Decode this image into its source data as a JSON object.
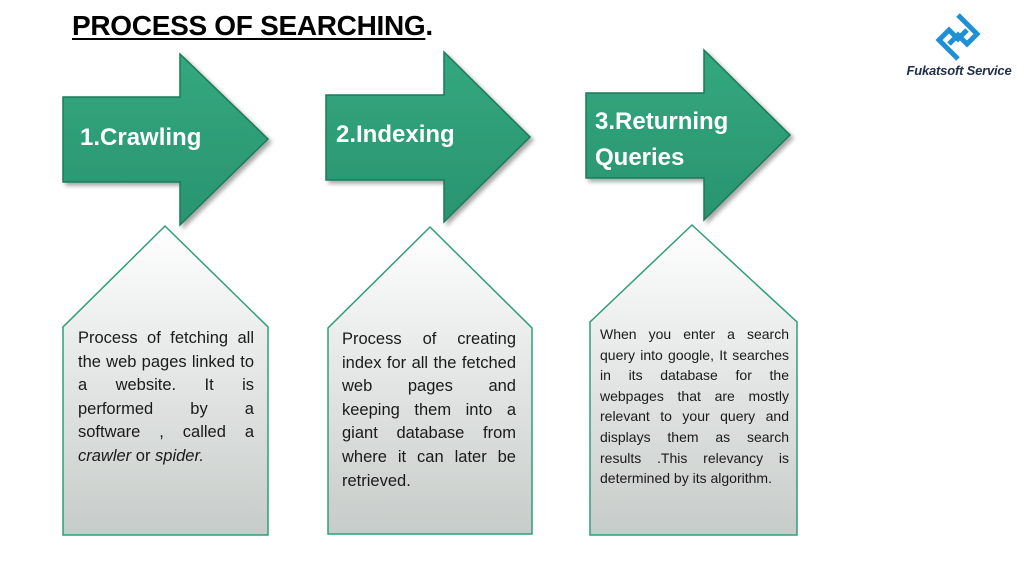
{
  "title": {
    "text": "PROCESS OF SEARCHING",
    "punct": "."
  },
  "logo": {
    "icon": "diamond-s-logo-icon",
    "text": "Fukatsoft Service",
    "color": "#1e90d6"
  },
  "colors": {
    "arrow_fill": "#2f9e78",
    "arrow_stroke": "#1d7a58",
    "box_stroke": "#2f9e78",
    "box_fill_top": "#ffffff",
    "box_fill_bottom": "#c8cfcb"
  },
  "steps": [
    {
      "label": "1.Crawling",
      "description_before": "Process of fetching all the web pages linked to a website. It is performed by a software , called a ",
      "description_em1": "crawler",
      "description_mid": " or ",
      "description_em2": "spider."
    },
    {
      "label": "2.Indexing",
      "description": "Process of creating index for all the fetched web pages and keeping them into a giant database from where it can later be retrieved."
    },
    {
      "label_line1": "3.Returning",
      "label_line2": "Queries",
      "description": "When you enter a search query into google, It searches in its database for the webpages that are mostly relevant to your query and displays them as search results .This relevancy is determined by its algorithm."
    }
  ]
}
